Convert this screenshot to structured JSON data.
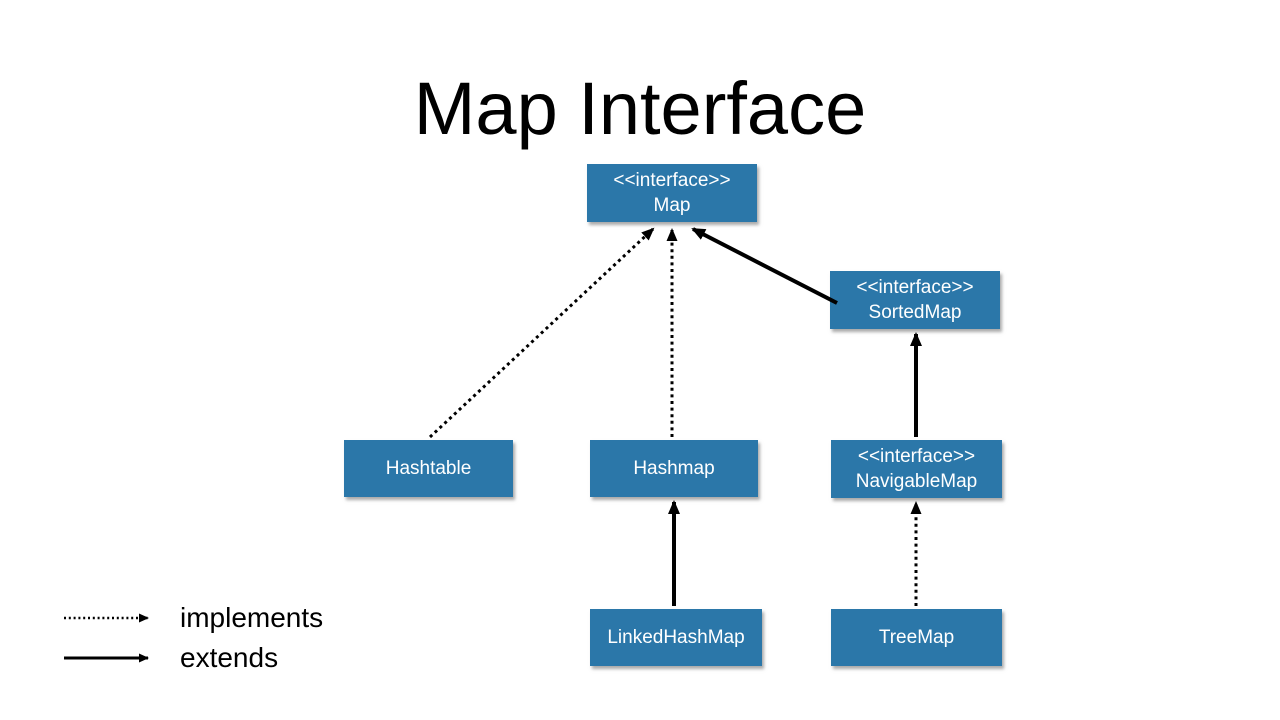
{
  "slide": {
    "title": "Map Interface"
  },
  "colors": {
    "background": "#FFFFFF",
    "box_fill": "#2B77A9",
    "box_text": "#FFFFFF",
    "arrow": "#000000",
    "title_text": "#000000"
  },
  "nodes": [
    {
      "id": "map",
      "stereotype": "<<interface>>",
      "name": "Map"
    },
    {
      "id": "sorted-map",
      "stereotype": "<<interface>>",
      "name": "SortedMap"
    },
    {
      "id": "hashtable",
      "name": "Hashtable"
    },
    {
      "id": "hashmap",
      "name": "Hashmap"
    },
    {
      "id": "navigable-map",
      "stereotype": "<<interface>>",
      "name": "NavigableMap"
    },
    {
      "id": "linked-hash-map",
      "name": "LinkedHashMap"
    },
    {
      "id": "tree-map",
      "name": "TreeMap"
    }
  ],
  "edges": [
    {
      "from": "Hashtable",
      "to": "Map",
      "relation": "implements",
      "line_style": "dotted"
    },
    {
      "from": "Hashmap",
      "to": "Map",
      "relation": "implements",
      "line_style": "dotted"
    },
    {
      "from": "SortedMap",
      "to": "Map",
      "relation": "extends",
      "line_style": "solid"
    },
    {
      "from": "NavigableMap",
      "to": "SortedMap",
      "relation": "extends",
      "line_style": "solid"
    },
    {
      "from": "TreeMap",
      "to": "NavigableMap",
      "relation": "implements",
      "line_style": "dotted"
    },
    {
      "from": "LinkedHashMap",
      "to": "Hashmap",
      "relation": "extends",
      "line_style": "solid"
    }
  ],
  "legend": {
    "items": [
      {
        "style": "dotted",
        "label": "implements"
      },
      {
        "style": "solid",
        "label": "extends"
      }
    ]
  }
}
